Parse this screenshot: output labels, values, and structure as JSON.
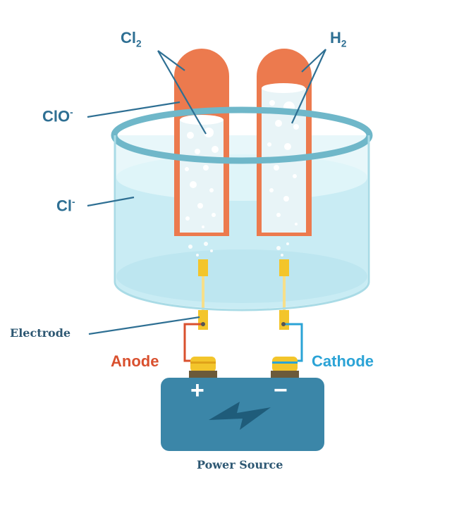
{
  "labels": {
    "cl2": {
      "base": "Cl",
      "sub": "2"
    },
    "h2": {
      "base": "H",
      "sub": "2"
    },
    "clo": {
      "base": "ClO",
      "sup": "-"
    },
    "cl": {
      "base": "Cl",
      "sup": "-"
    },
    "electrode": "Electrode",
    "anode": "Anode",
    "cathode": "Cathode",
    "power_source": "Power Source",
    "plus": "+",
    "minus": "−"
  },
  "colors": {
    "tube": "#ec7a4e",
    "water": "#cdeef5",
    "rim": "#6fb7c9",
    "electrode": "#f3c52b",
    "battery": "#3b86a8",
    "anode_wire": "#d9502e",
    "cathode_wire": "#2ba3d6",
    "label_text": "#2e6f93"
  }
}
